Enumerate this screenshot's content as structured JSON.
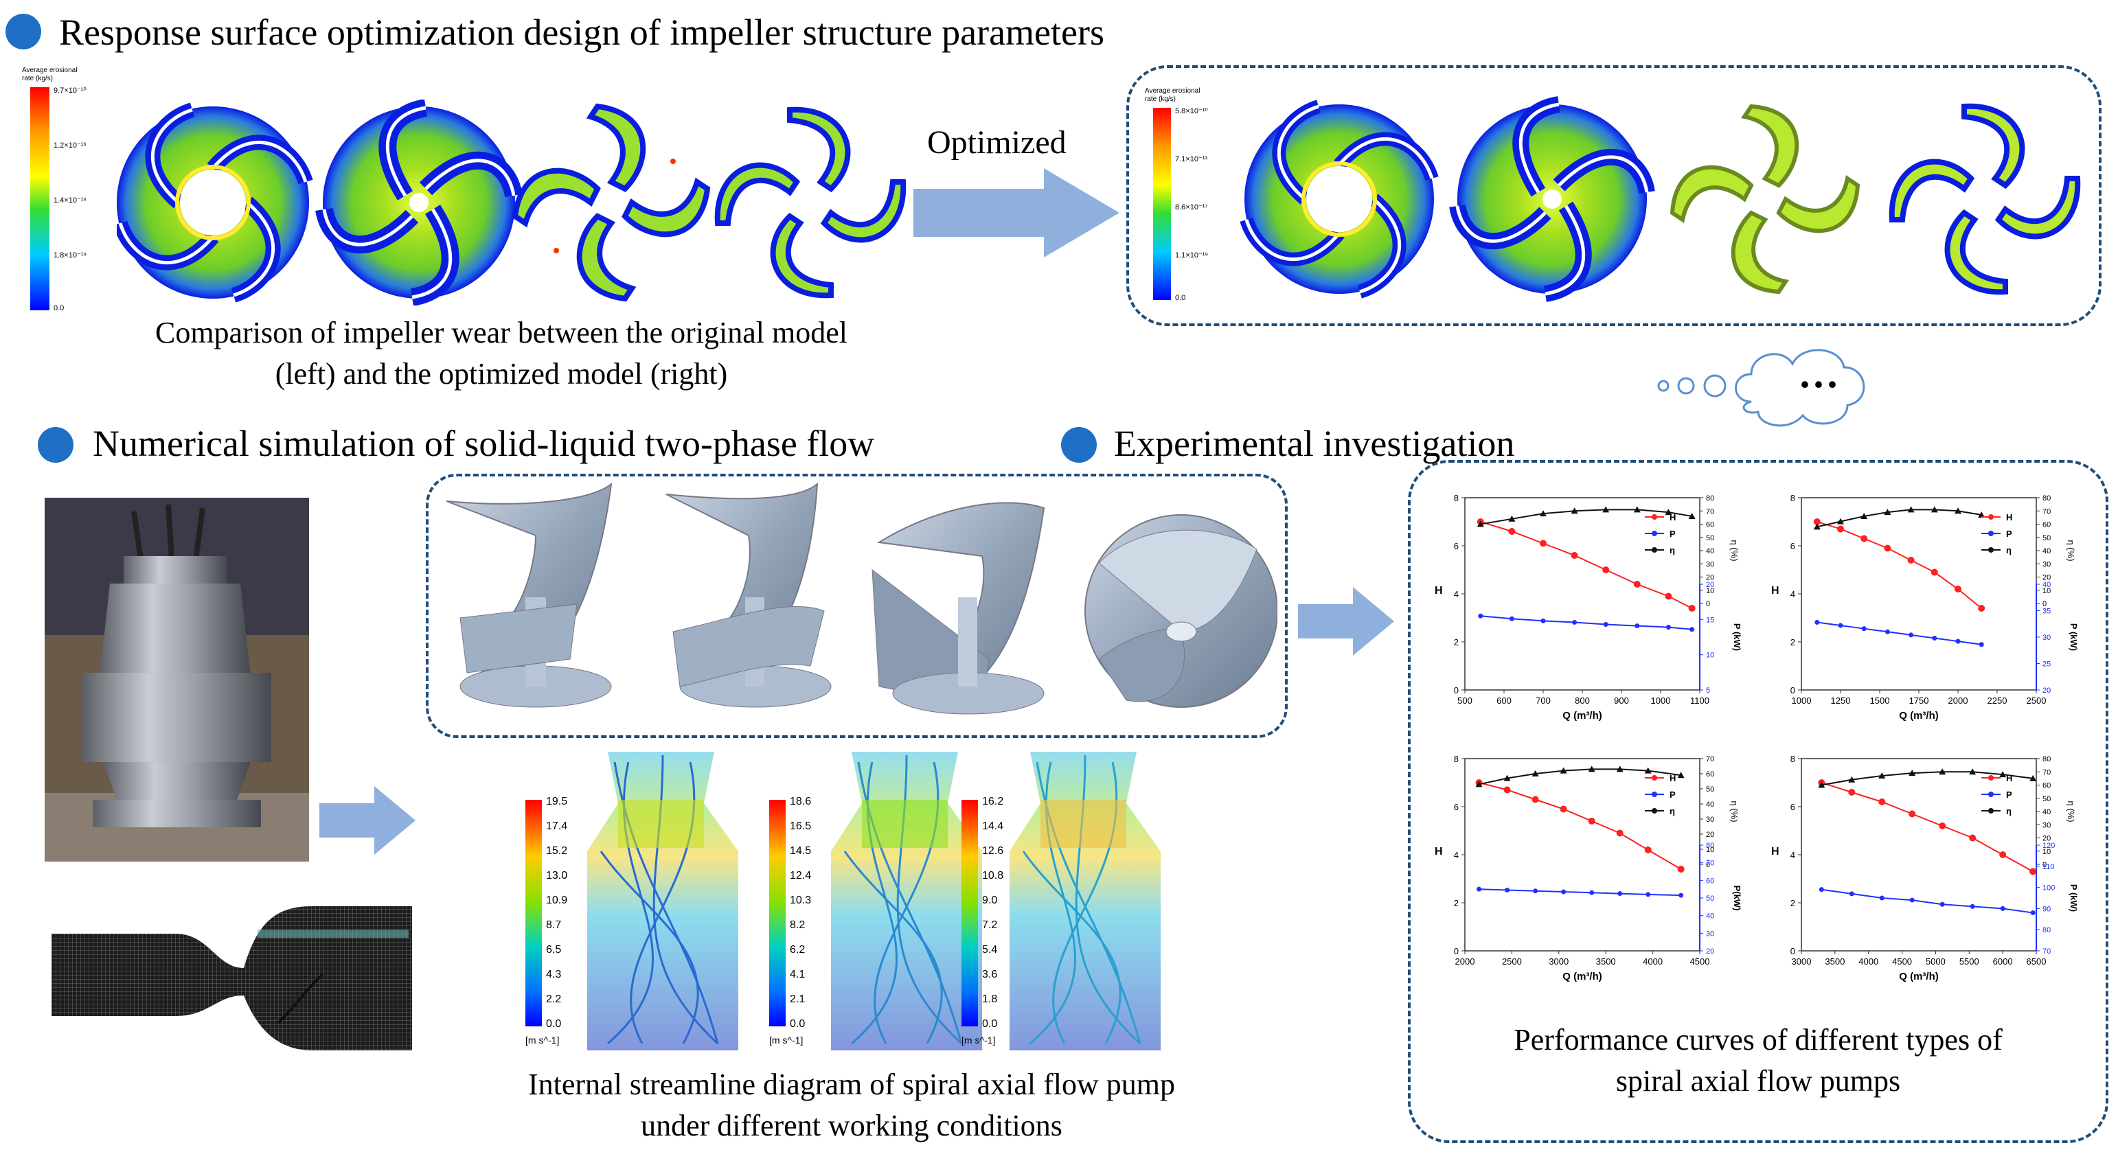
{
  "section1": {
    "title": "Response surface optimization design of impeller structure parameters"
  },
  "section2": {
    "title": "Numerical simulation of solid-liquid two-phase flow"
  },
  "section3": {
    "title": "Experimental investigation"
  },
  "optimized_label": "Optimized",
  "wear_caption_line1": "Comparison of impeller wear between the original model",
  "wear_caption_line2": "(left) and the optimized model (right)",
  "streamline_caption_line1": "Internal streamline diagram of spiral axial flow pump",
  "streamline_caption_line2": "under different working conditions",
  "performance_caption_line1": "Performance curves of different types of",
  "performance_caption_line2": "spiral axial flow pumps",
  "ellipsis": "···",
  "wear_legend_left": {
    "title_line1": "Average erosional",
    "title_line2": "rate (kg/s)",
    "ticks": [
      "9.7×10⁻¹⁰",
      "1.2×10⁻¹³",
      "1.4×10⁻¹⁶",
      "1.8×10⁻¹⁹",
      "0.0"
    ]
  },
  "wear_legend_right": {
    "title_line1": "Average erosional",
    "title_line2": "rate (kg/s)",
    "ticks": [
      "5.8×10⁻¹⁰",
      "7.1×10⁻¹³",
      "8.6×10⁻¹⁷",
      "1.1×10⁻¹⁹",
      "0.0"
    ]
  },
  "streamline_legends": [
    {
      "ticks": [
        "19.5",
        "17.4",
        "15.2",
        "13.0",
        "10.9",
        "8.7",
        "6.5",
        "4.3",
        "2.2",
        "0.0"
      ],
      "unit": "[m s^-1]"
    },
    {
      "ticks": [
        "18.6",
        "16.5",
        "14.5",
        "12.4",
        "10.3",
        "8.2",
        "6.2",
        "4.1",
        "2.1",
        "0.0"
      ],
      "unit": "[m s^-1]"
    },
    {
      "ticks": [
        "16.2",
        "14.4",
        "12.6",
        "10.8",
        "9.0",
        "7.2",
        "5.4",
        "3.6",
        "1.8",
        "0.0"
      ],
      "unit": "[m s^-1]"
    }
  ],
  "colors": {
    "accent_blue": "#1f6fc4",
    "dash_border": "#1f4e79",
    "arrow": "#8fb0dd",
    "series_H": "#ff2020",
    "series_P": "#2030ff",
    "series_eta": "#111111"
  },
  "chart_data": [
    {
      "type": "line",
      "xlabel": "Q (m³/h)",
      "xlim": [
        500,
        1100
      ],
      "xticks": [
        500,
        600,
        700,
        800,
        900,
        1000,
        1100
      ],
      "y_left": {
        "label": "H",
        "lim": [
          0,
          8
        ],
        "ticks": [
          0,
          2,
          4,
          6,
          8
        ]
      },
      "y_eta": {
        "label": "η (%)",
        "lim": [
          0,
          80
        ],
        "ticks": [
          0,
          10,
          20,
          30,
          40,
          50,
          60,
          70,
          80
        ]
      },
      "y_p": {
        "label": "P (kW)",
        "lim": [
          5,
          20
        ],
        "ticks": [
          5,
          10,
          15,
          20
        ]
      },
      "legend": [
        "H",
        "P",
        "η"
      ],
      "series": [
        {
          "name": "H",
          "axis": "left",
          "x": [
            540,
            620,
            700,
            780,
            860,
            940,
            1020,
            1080
          ],
          "values": [
            7.0,
            6.6,
            6.1,
            5.6,
            5.0,
            4.4,
            3.9,
            3.4
          ]
        },
        {
          "name": "P",
          "axis": "p",
          "x": [
            540,
            620,
            700,
            780,
            860,
            940,
            1020,
            1080
          ],
          "values": [
            15.5,
            15.1,
            14.8,
            14.6,
            14.3,
            14.1,
            13.9,
            13.6
          ]
        },
        {
          "name": "η",
          "axis": "eta",
          "x": [
            540,
            620,
            700,
            780,
            860,
            940,
            1020,
            1080
          ],
          "values": [
            60,
            64,
            68,
            70,
            71,
            71,
            69,
            66
          ]
        }
      ]
    },
    {
      "type": "line",
      "xlabel": "Q (m³/h)",
      "xlim": [
        1000,
        2500
      ],
      "xticks": [
        1000,
        1250,
        1500,
        1750,
        2000,
        2250,
        2500
      ],
      "y_left": {
        "label": "H",
        "lim": [
          0,
          8
        ],
        "ticks": [
          0,
          2,
          4,
          6,
          8
        ]
      },
      "y_eta": {
        "label": "η (%)",
        "lim": [
          0,
          80
        ],
        "ticks": [
          0,
          10,
          20,
          30,
          40,
          50,
          60,
          70,
          80
        ]
      },
      "y_p": {
        "label": "P (kW)",
        "lim": [
          20,
          40
        ],
        "ticks": [
          20,
          25,
          30,
          35,
          40
        ]
      },
      "legend": [
        "H",
        "P",
        "η"
      ],
      "series": [
        {
          "name": "H",
          "axis": "left",
          "x": [
            1100,
            1250,
            1400,
            1550,
            1700,
            1850,
            2000,
            2150
          ],
          "values": [
            7.0,
            6.7,
            6.3,
            5.9,
            5.4,
            4.9,
            4.2,
            3.4
          ]
        },
        {
          "name": "P",
          "axis": "p",
          "x": [
            1100,
            1250,
            1400,
            1550,
            1700,
            1850,
            2000,
            2150
          ],
          "values": [
            32.8,
            32.2,
            31.6,
            31.0,
            30.4,
            29.8,
            29.2,
            28.6
          ]
        },
        {
          "name": "η",
          "axis": "eta",
          "x": [
            1100,
            1250,
            1400,
            1550,
            1700,
            1850,
            2000,
            2150
          ],
          "values": [
            58,
            62,
            66,
            69,
            71,
            71,
            70,
            67
          ]
        }
      ]
    },
    {
      "type": "line",
      "xlabel": "Q (m³/h)",
      "xlim": [
        2000,
        4500
      ],
      "xticks": [
        2000,
        2500,
        3000,
        3500,
        4000,
        4500
      ],
      "y_left": {
        "label": "H",
        "lim": [
          0,
          8
        ],
        "ticks": [
          0,
          2,
          4,
          6,
          8
        ]
      },
      "y_eta": {
        "label": "η (%)",
        "lim": [
          0,
          70
        ],
        "ticks": [
          0,
          10,
          20,
          30,
          40,
          50,
          60,
          70
        ]
      },
      "y_p": {
        "label": "P(kW)",
        "lim": [
          20,
          80
        ],
        "ticks": [
          20,
          30,
          40,
          50,
          60,
          70,
          80
        ]
      },
      "legend": [
        "H",
        "P",
        "η"
      ],
      "series": [
        {
          "name": "H",
          "axis": "left",
          "x": [
            2150,
            2450,
            2750,
            3050,
            3350,
            3650,
            3950,
            4300
          ],
          "values": [
            7.0,
            6.7,
            6.3,
            5.9,
            5.4,
            4.9,
            4.2,
            3.4
          ]
        },
        {
          "name": "P",
          "axis": "p",
          "x": [
            2150,
            2450,
            2750,
            3050,
            3350,
            3650,
            3950,
            4300
          ],
          "values": [
            55,
            54.5,
            54,
            53.5,
            53,
            52.5,
            52,
            51.5
          ]
        },
        {
          "name": "η",
          "axis": "eta",
          "x": [
            2150,
            2450,
            2750,
            3050,
            3350,
            3650,
            3950,
            4300
          ],
          "values": [
            53,
            57,
            60,
            62,
            63,
            63,
            62,
            59
          ]
        }
      ]
    },
    {
      "type": "line",
      "xlabel": "Q (m³/h)",
      "xlim": [
        3000,
        6500
      ],
      "xticks": [
        3000,
        3500,
        4000,
        4500,
        5000,
        5500,
        6000,
        6500
      ],
      "y_left": {
        "label": "H",
        "lim": [
          0,
          8
        ],
        "ticks": [
          0,
          2,
          4,
          6,
          8
        ]
      },
      "y_eta": {
        "label": "η (%)",
        "lim": [
          0,
          80
        ],
        "ticks": [
          0,
          10,
          20,
          30,
          40,
          50,
          60,
          70,
          80
        ]
      },
      "y_p": {
        "label": "P (kW)",
        "lim": [
          70,
          120
        ],
        "ticks": [
          70,
          80,
          90,
          100,
          110,
          120
        ]
      },
      "legend": [
        "H",
        "P",
        "η"
      ],
      "series": [
        {
          "name": "H",
          "axis": "left",
          "x": [
            3300,
            3750,
            4200,
            4650,
            5100,
            5550,
            6000,
            6450
          ],
          "values": [
            7.0,
            6.6,
            6.2,
            5.7,
            5.2,
            4.7,
            4.0,
            3.3
          ]
        },
        {
          "name": "P",
          "axis": "p",
          "x": [
            3300,
            3750,
            4200,
            4650,
            5100,
            5550,
            6000,
            6450
          ],
          "values": [
            99,
            97,
            95,
            94,
            92,
            91,
            90,
            88
          ]
        },
        {
          "name": "η",
          "axis": "eta",
          "x": [
            3300,
            3750,
            4200,
            4650,
            5100,
            5550,
            6000,
            6450
          ],
          "values": [
            60,
            64,
            67,
            69,
            70,
            70,
            68,
            65
          ]
        }
      ]
    }
  ]
}
